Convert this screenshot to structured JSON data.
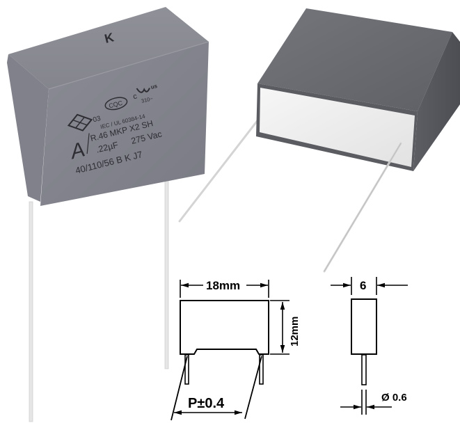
{
  "photo_left": {
    "top_mark": "K",
    "markings": {
      "code": "03",
      "cert_cqc": "CQC",
      "cert_ul_c": "c",
      "cert_ul_us": "us",
      "voltage_ul": "310~",
      "standard": "IEC / UL 60384-14",
      "series_line": "R.46  MKP  X2  SH",
      "capacitance": ".22µF",
      "voltage_ac": "275 Vac",
      "climatic": "40/110/56  B  K  J7",
      "logo_letter": "A"
    },
    "colors": {
      "body": "#7f8089",
      "top": "#8a8b93",
      "text": "#2d2d33"
    }
  },
  "photo_right": {
    "colors": {
      "body_top": "#6a6c72",
      "body_side": "#55575d",
      "end_fill": "#eeeeee"
    }
  },
  "drawing_front": {
    "width_label": "18mm",
    "height_label": "12mm",
    "pitch_label": "P±0.4"
  },
  "drawing_side": {
    "thickness_label": "6",
    "lead_diameter_label": "Ø 0.6"
  }
}
